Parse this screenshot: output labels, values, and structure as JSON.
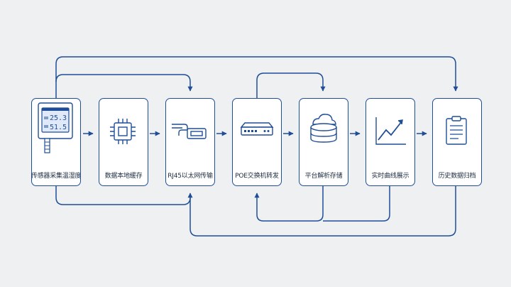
{
  "colors": {
    "primary": "#1f4e96",
    "background": "#eef0f2",
    "card": "#ffffff",
    "text": "#1d2c40"
  },
  "nodes": [
    {
      "label": "传感器采集温湿度",
      "icon": "temperature-humidity-sensor-icon",
      "display": {
        "line1": "25.3",
        "line2": "51.5"
      }
    },
    {
      "label": "数据本地缓存",
      "icon": "chip-icon"
    },
    {
      "label": "RJ45以太网传输",
      "icon": "ethernet-cable-icon"
    },
    {
      "label": "POE交换机转发",
      "icon": "network-switch-icon"
    },
    {
      "label": "平台解析存储",
      "icon": "cloud-database-icon"
    },
    {
      "label": "实时曲线展示",
      "icon": "line-chart-icon"
    },
    {
      "label": "历史数据归档",
      "icon": "clipboard-icon"
    }
  ]
}
